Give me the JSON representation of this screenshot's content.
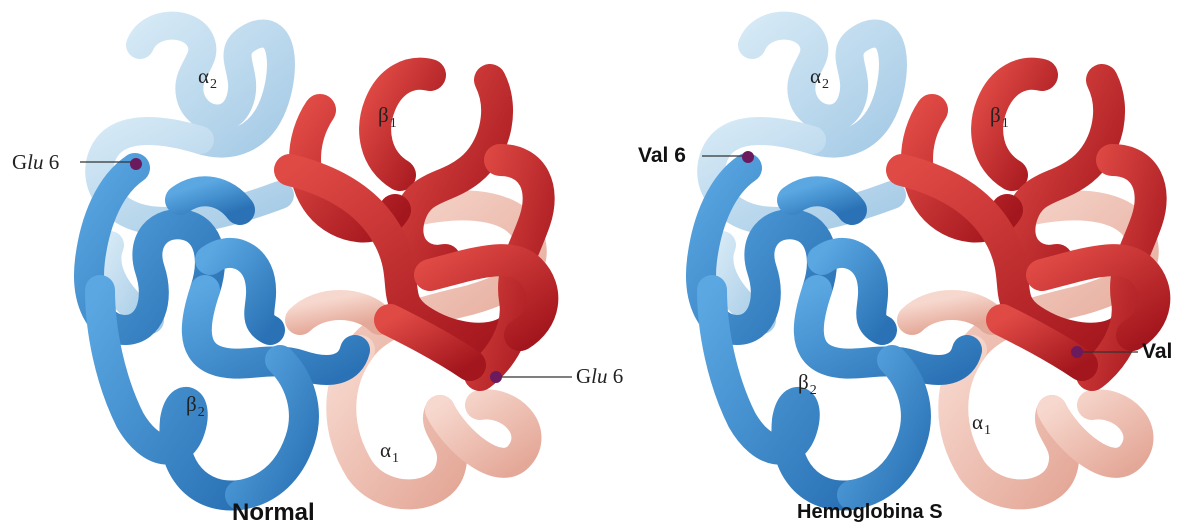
{
  "panels": [
    {
      "caption": "Normal",
      "chains": {
        "alpha2": {
          "symbol": "α",
          "subscript": "2"
        },
        "beta1": {
          "symbol": "β",
          "subscript": "1"
        },
        "beta2": {
          "symbol": "β",
          "subscript": "2"
        },
        "alpha1": {
          "symbol": "α",
          "subscript": "1"
        }
      },
      "residue_left": {
        "prefix": "G",
        "italic": "lu",
        "suffix": " 6"
      },
      "residue_right": {
        "prefix": "G",
        "italic": "lu",
        "suffix": " 6"
      }
    },
    {
      "caption": "Hemoglobina S",
      "chains": {
        "alpha2": {
          "symbol": "α",
          "subscript": "2"
        },
        "beta1": {
          "symbol": "β",
          "subscript": "1"
        },
        "beta2": {
          "symbol": "β",
          "subscript": "2"
        },
        "alpha1": {
          "symbol": "α",
          "subscript": "1"
        }
      },
      "residue_left": {
        "text": "Val 6"
      },
      "residue_right": {
        "text": "Val"
      }
    }
  ],
  "colors": {
    "beta1_red": "#c8262a",
    "beta2_blue": "#3d8fd2",
    "alpha2_lightblue": "#b9d9ee",
    "alpha1_pink": "#f1c3b5",
    "residue_dot": "#6b1a5e"
  }
}
